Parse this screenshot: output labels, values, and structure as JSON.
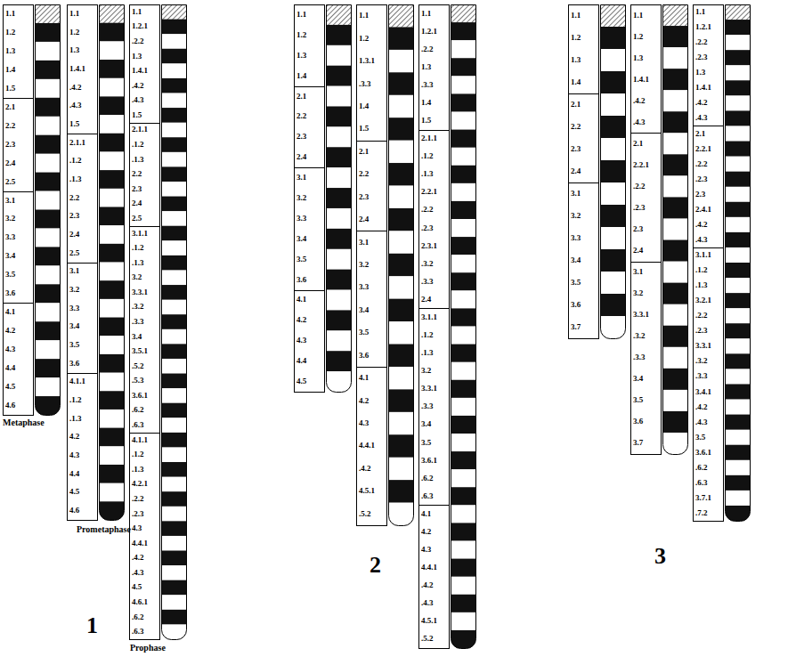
{
  "diagram": {
    "labels": [
      "1.1",
      "1.2",
      "1.3",
      "1.4",
      "1.5",
      "2.1",
      "2.2",
      "2.3",
      "2.4",
      "2.5",
      "3.1",
      "3.2",
      "3.3",
      "3.4",
      "3.5",
      "3.6",
      "4.1",
      "4.2",
      "4.3",
      "4.4",
      "4.5",
      "4.6",
      "1.1",
      "1.2",
      "1.3",
      "1.4.1",
      ".4.2",
      ".4.3",
      "1.5",
      "2.1.1",
      ".1.2",
      ".1.3",
      "2.2",
      "2.3",
      "2.4",
      "2.5",
      "3.1",
      "3.2",
      "3.3",
      "3.4",
      "3.5",
      "3.6",
      "4.1.1",
      ".1.2",
      ".1.3",
      "4.2",
      "4.3",
      "4.4",
      "4.5",
      "4.6",
      "1.1",
      "1.2.1",
      ".2.2",
      "1.3",
      "1.4.1",
      ".4.2",
      ".4.3",
      "1.5",
      "2.1.1",
      ".1.2",
      ".1.3",
      "2.2",
      "2.3",
      "2.4",
      "2.5",
      "3.1.1",
      ".1.2",
      ".1.3",
      "3.2",
      "3.3.1",
      ".3.2",
      ".3.3",
      "3.4",
      "3.5.1",
      ".5.2",
      ".5.3",
      "3.6.1",
      ".6.2",
      ".6.3",
      "4.1.1",
      ".1.2",
      ".1.3",
      "4.2.1",
      ".2.2",
      ".2.3",
      "4.3",
      "4.4.1",
      ".4.2",
      ".4.3",
      "4.5",
      "4.6.1",
      ".6.2",
      ".6.3",
      "1.1",
      "1.2",
      "1.3",
      "1.4",
      "2.1",
      "2.2",
      "2.3",
      "2.4",
      "3.1",
      "3.2",
      "3.3",
      "3.4",
      "3.5",
      "3.6",
      "4.1",
      "4.2",
      "4.3",
      "4.4",
      "4.5",
      "1.1",
      "1.2",
      "1.3.1",
      ".3.3",
      "1.4",
      "1.5",
      "2.1",
      "2.2",
      "2.3",
      "2.4",
      "3.1",
      "3.2",
      "3.3",
      "3.4",
      "3.5",
      "3.6",
      "4.1",
      "4.2",
      "4.3",
      "4.4.1",
      ".4.2",
      "4.5.1",
      ".5.2",
      "1.1",
      "1.2.1",
      ".2.2",
      "1.3",
      ".3.3",
      "1.4",
      "1.5",
      "2.1.1",
      ".1.2",
      ".1.3",
      "2.2.1",
      ".2.2",
      ".2.3",
      "2.3.1",
      ".3.2",
      ".3.3",
      "2.4",
      "3.1.1",
      ".1.2",
      ".1.3",
      "3.2",
      "3.3.1",
      ".3.3",
      "3.4",
      "3.5",
      "3.6.1",
      ".6.2",
      ".6.3",
      "4.1",
      "4.2",
      "4.3",
      "4.4.1",
      ".4.2",
      ".4.3",
      "4.5.1",
      ".5.2",
      "1.1",
      "1.2",
      "1.3",
      "1.4",
      "2.1",
      "2.2",
      "2.3",
      "2.4",
      "3.1",
      "3.2",
      "3.3",
      "3.4",
      "3.5",
      "3.6",
      "3.7",
      "1.1",
      "1.2",
      "1.3",
      "1.4.1",
      ".4.2",
      ".4.3",
      "2.1",
      "2.2.1",
      ".2.2",
      ".2.3",
      "2.3",
      "2.4",
      "3.1",
      "3.2",
      "3.3.1",
      ".3.2",
      ".3.3",
      "3.4",
      "3.5",
      "3.6",
      "3.7",
      "1.1",
      "1.2.1",
      ".2.2",
      ".2.3",
      "1.3",
      "1.4.1",
      ".4.2",
      ".4.3",
      "2.1",
      "2.2.1",
      ".2.2",
      ".2.3",
      "2.3",
      "2.4.1",
      ".4.2",
      ".4.3",
      "3.1.1",
      ".1.2",
      ".1.3",
      "3.2.1",
      ".2.2",
      ".2.3",
      "3.3.1",
      ".3.2",
      ".3.3",
      "3.4.1",
      ".4.2",
      ".4.3",
      "3.5",
      "3.6.1",
      ".6.2",
      ".6.3",
      "3.7.1",
      ".7.2",
      "Metaphase",
      "Prometaphase",
      "Prophase",
      "1",
      "2",
      "3"
    ]
  }
}
